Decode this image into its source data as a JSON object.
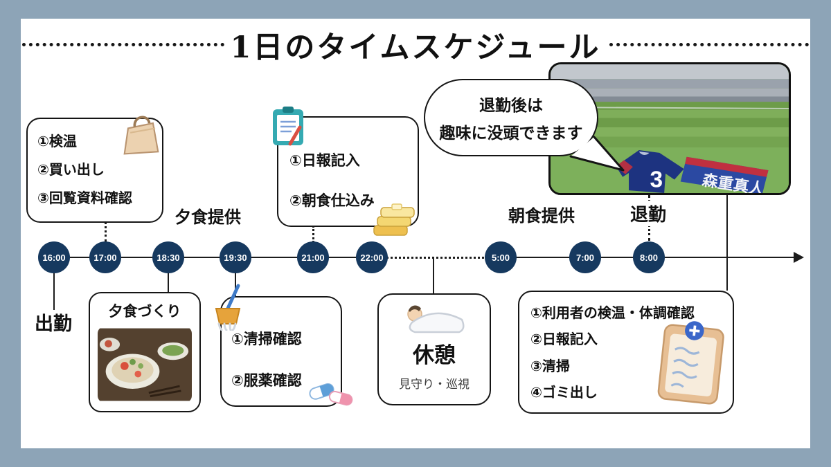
{
  "colors": {
    "frame": "#8da4b7",
    "canvas": "#ffffff",
    "node_navy": "#16395f",
    "line": "#1c1c1c"
  },
  "title": "1日のタイムスケジュール",
  "timeline": {
    "times": [
      "16:00",
      "17:00",
      "18:30",
      "19:30",
      "21:00",
      "22:00",
      "5:00",
      "7:00",
      "8:00"
    ],
    "start_label": "出勤",
    "dinner_label": "夕食提供",
    "breakfast_label": "朝食提供",
    "leave_label": "退勤"
  },
  "boxes": {
    "evening_tasks": {
      "items": [
        "①検温",
        "②買い出し",
        "③回覧資料確認"
      ]
    },
    "night_tasks": {
      "items": [
        "①日報記入",
        "②朝食仕込み"
      ]
    },
    "dinner": {
      "title": "夕食づくり"
    },
    "cleaning": {
      "items": [
        "①清掃確認",
        "②服薬確認"
      ]
    },
    "break": {
      "title": "休憩",
      "subtitle": "見守り・巡視"
    },
    "morning_tasks": {
      "items": [
        "①利用者の検温・体調確認",
        "②日報記入",
        "③清掃",
        "④ゴミ出し"
      ]
    }
  },
  "bubble": {
    "line1": "退勤後は",
    "line2": "趣味に没頭できます"
  },
  "photo": {
    "jersey_number": "3",
    "banner_text": "森重真人"
  }
}
